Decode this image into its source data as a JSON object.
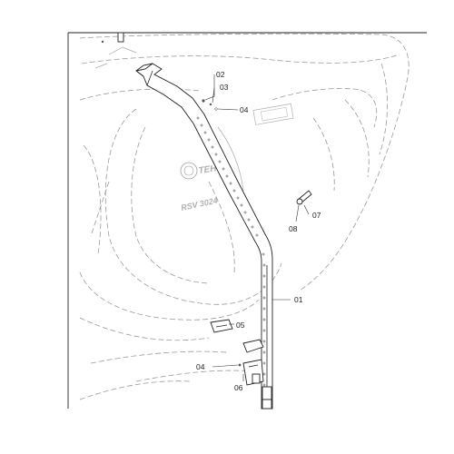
{
  "callouts": {
    "c01": "01",
    "c02": "02",
    "c03": "03",
    "c04_top": "04",
    "c04_bottom": "04",
    "c05": "05",
    "c06": "06",
    "c07": "07",
    "c08": "08"
  },
  "decal_text": {
    "logo": "TEHO",
    "model": "RSV 3024"
  },
  "colors": {
    "line": "#222222",
    "ghost": "#9a9a9a",
    "background": "#ffffff"
  }
}
